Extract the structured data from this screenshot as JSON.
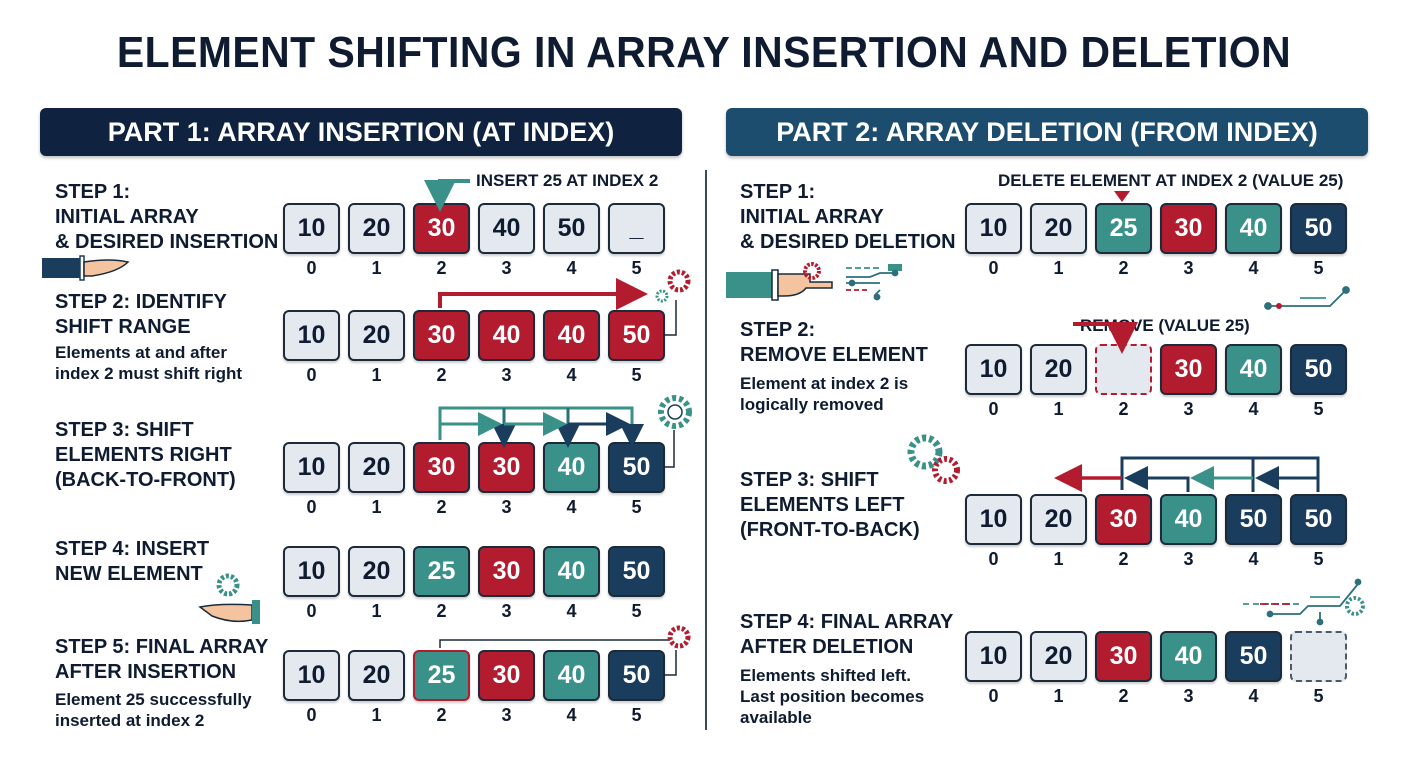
{
  "title": "ELEMENT SHIFTING IN ARRAY INSERTION AND DELETION",
  "colors": {
    "navy_dark": "#0f2341",
    "navy": "#1a3d5e",
    "part2_header": "#1c4d6e",
    "red": "#b31b2f",
    "teal": "#3a918a",
    "light": "#e3e9ee"
  },
  "part1": {
    "header": "PART 1: ARRAY INSERTION (AT INDEX)",
    "steps": [
      {
        "label_lines": [
          "STEP 1:",
          "INITIAL ARRAY",
          "& DESIRED INSERTION"
        ],
        "desc": "",
        "annotation": "INSERT 25 AT INDEX 2",
        "cells": [
          {
            "value": "10",
            "style": "light"
          },
          {
            "value": "20",
            "style": "light"
          },
          {
            "value": "30",
            "style": "red"
          },
          {
            "value": "40",
            "style": "light"
          },
          {
            "value": "50",
            "style": "light"
          },
          {
            "value": "_",
            "style": "light"
          }
        ]
      },
      {
        "label_lines": [
          "STEP 2: IDENTIFY",
          "SHIFT RANGE"
        ],
        "desc_lines": [
          "Elements at and after",
          "index 2 must shift right"
        ],
        "cells": [
          {
            "value": "10",
            "style": "light"
          },
          {
            "value": "20",
            "style": "light"
          },
          {
            "value": "30",
            "style": "red"
          },
          {
            "value": "40",
            "style": "red"
          },
          {
            "value": "40",
            "style": "red"
          },
          {
            "value": "50",
            "style": "red"
          }
        ]
      },
      {
        "label_lines": [
          "STEP 3: SHIFT",
          "ELEMENTS RIGHT",
          "(BACK-TO-FRONT)"
        ],
        "cells": [
          {
            "value": "10",
            "style": "light"
          },
          {
            "value": "20",
            "style": "light"
          },
          {
            "value": "30",
            "style": "red"
          },
          {
            "value": "30",
            "style": "red"
          },
          {
            "value": "40",
            "style": "teal"
          },
          {
            "value": "50",
            "style": "navy"
          }
        ]
      },
      {
        "label_lines": [
          "STEP 4: INSERT",
          "NEW ELEMENT"
        ],
        "cells": [
          {
            "value": "10",
            "style": "light"
          },
          {
            "value": "20",
            "style": "light"
          },
          {
            "value": "25",
            "style": "teal"
          },
          {
            "value": "30",
            "style": "red"
          },
          {
            "value": "40",
            "style": "teal"
          },
          {
            "value": "50",
            "style": "navy"
          }
        ]
      },
      {
        "label_lines": [
          "STEP 5: FINAL ARRAY",
          "AFTER INSERTION"
        ],
        "desc_lines": [
          "Element 25 successfully",
          "inserted at index 2"
        ],
        "cells": [
          {
            "value": "10",
            "style": "light"
          },
          {
            "value": "20",
            "style": "light"
          },
          {
            "value": "25",
            "style": "teal-redborder"
          },
          {
            "value": "30",
            "style": "red"
          },
          {
            "value": "40",
            "style": "teal"
          },
          {
            "value": "50",
            "style": "navy"
          }
        ]
      }
    ]
  },
  "part2": {
    "header": "PART 2: ARRAY DELETION (FROM INDEX)",
    "steps": [
      {
        "label_lines": [
          "STEP 1:",
          "INITIAL ARRAY",
          "& DESIRED DELETION"
        ],
        "annotation": "DELETE ELEMENT AT INDEX 2 (VALUE 25)",
        "cells": [
          {
            "value": "10",
            "style": "light"
          },
          {
            "value": "20",
            "style": "light"
          },
          {
            "value": "25",
            "style": "teal"
          },
          {
            "value": "30",
            "style": "red"
          },
          {
            "value": "40",
            "style": "teal"
          },
          {
            "value": "50",
            "style": "navy"
          }
        ]
      },
      {
        "label_lines": [
          "STEP 2:",
          "REMOVE ELEMENT"
        ],
        "desc_lines": [
          "Element at index 2 is",
          "logically removed"
        ],
        "annotation": "REMOVE (VALUE 25)",
        "cells": [
          {
            "value": "10",
            "style": "light"
          },
          {
            "value": "20",
            "style": "light"
          },
          {
            "value": "",
            "style": "empty-red"
          },
          {
            "value": "30",
            "style": "red"
          },
          {
            "value": "40",
            "style": "teal"
          },
          {
            "value": "50",
            "style": "navy"
          }
        ]
      },
      {
        "label_lines": [
          "STEP 3: SHIFT",
          "ELEMENTS LEFT",
          "(FRONT-TO-BACK)"
        ],
        "cells": [
          {
            "value": "10",
            "style": "light"
          },
          {
            "value": "20",
            "style": "light"
          },
          {
            "value": "30",
            "style": "red"
          },
          {
            "value": "40",
            "style": "teal"
          },
          {
            "value": "50",
            "style": "navy"
          },
          {
            "value": "50",
            "style": "navy"
          }
        ]
      },
      {
        "label_lines": [
          "STEP 4: FINAL ARRAY",
          "AFTER DELETION"
        ],
        "desc_lines": [
          "Elements shifted left.",
          "Last position becomes",
          "available"
        ],
        "cells": [
          {
            "value": "10",
            "style": "light"
          },
          {
            "value": "20",
            "style": "light"
          },
          {
            "value": "30",
            "style": "red"
          },
          {
            "value": "40",
            "style": "teal"
          },
          {
            "value": "50",
            "style": "navy"
          },
          {
            "value": "",
            "style": "empty-gray"
          }
        ]
      }
    ]
  },
  "indices": [
    "0",
    "1",
    "2",
    "3",
    "4",
    "5"
  ]
}
